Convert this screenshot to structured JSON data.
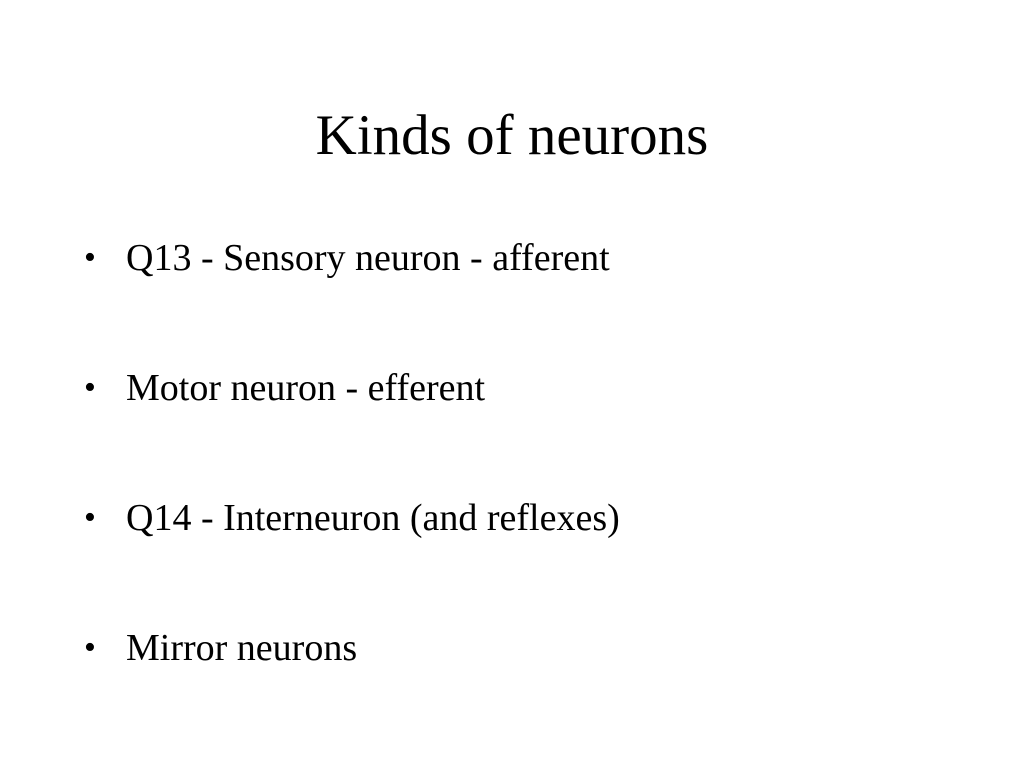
{
  "slide": {
    "title": "Kinds of neurons",
    "bullet_glyph": "•",
    "bullets": [
      "Q13 - Sensory neuron - afferent",
      "Motor neuron - efferent",
      "Q14 - Interneuron (and reflexes)",
      "Mirror neurons"
    ]
  }
}
